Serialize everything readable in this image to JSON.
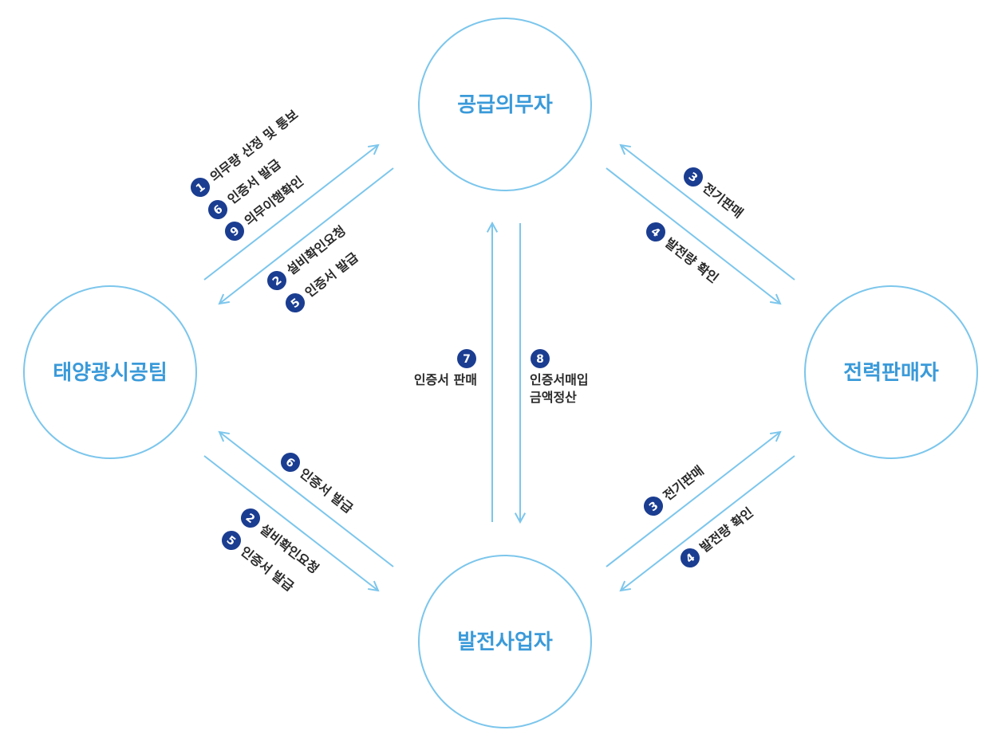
{
  "colors": {
    "line": "#7cc6ec",
    "label": "#3a9ad9",
    "badge": "#1b3d91",
    "text": "#2b2b2b"
  },
  "nodes": {
    "supplier": "공급의무자",
    "solar": "태양광시공팀",
    "seller": "전력판매자",
    "producer": "발전사업자"
  },
  "links": {
    "upper_left": {
      "to_supplier": [
        {
          "num": "1",
          "label": "의무량 산정 및 통보"
        },
        {
          "num": "6",
          "label": "인증서 발급"
        },
        {
          "num": "9",
          "label": "의무이행확인"
        }
      ],
      "to_solar": [
        {
          "num": "2",
          "label": "설비확인요청"
        },
        {
          "num": "5",
          "label": "인증서 발급"
        }
      ]
    },
    "upper_right": {
      "to_supplier": [
        {
          "num": "3",
          "label": "전기판매"
        }
      ],
      "to_seller": [
        {
          "num": "4",
          "label": "발전량 확인"
        }
      ]
    },
    "lower_left": {
      "to_solar": [
        {
          "num": "6",
          "label": "인증서 발급"
        }
      ],
      "to_producer": [
        {
          "num": "2",
          "label": "설비확인요청"
        },
        {
          "num": "5",
          "label": "인증서 발급"
        }
      ]
    },
    "lower_right": {
      "to_seller": [
        {
          "num": "3",
          "label": "전기판매"
        }
      ],
      "to_producer": [
        {
          "num": "4",
          "label": "발전량 확인"
        }
      ]
    },
    "vertical": {
      "up": {
        "num": "7",
        "lines": [
          "인증서 판매"
        ]
      },
      "down": {
        "num": "8",
        "lines": [
          "인증서매입",
          "금액정산"
        ]
      }
    }
  }
}
